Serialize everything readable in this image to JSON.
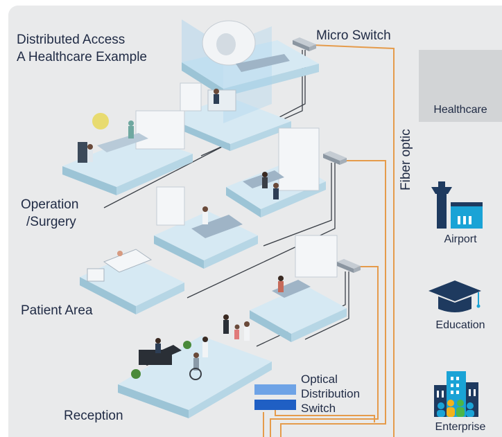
{
  "title": {
    "line1": "Distributed Access",
    "line2": "A Healthcare Example"
  },
  "labels": {
    "micro_switch": "Micro Switch",
    "fiber_optic": "Fiber optic",
    "operation": "Operation",
    "surgery": "/Surgery",
    "patient_area": "Patient Area",
    "reception": "Reception",
    "optical_line1": "Optical",
    "optical_line2": "Distribution",
    "optical_line3": "Switch"
  },
  "sidebar": {
    "items": [
      {
        "label": "Healthcare",
        "icon": "hospital-icon",
        "selected": true
      },
      {
        "label": "Airport",
        "icon": "airport-tower-icon",
        "selected": false
      },
      {
        "label": "Education",
        "icon": "graduation-cap-icon",
        "selected": false
      },
      {
        "label": "Enterprise",
        "icon": "enterprise-building-icon",
        "selected": false
      }
    ]
  },
  "colors": {
    "text": "#1f2a44",
    "fiber": "#e59b4b",
    "platform_top": "#cfe4ef",
    "platform_side": "#9cc4d6",
    "icon_navy": "#1e3a5f",
    "icon_cyan": "#1aa3d6",
    "switch_blue": "#3f7fd9"
  }
}
